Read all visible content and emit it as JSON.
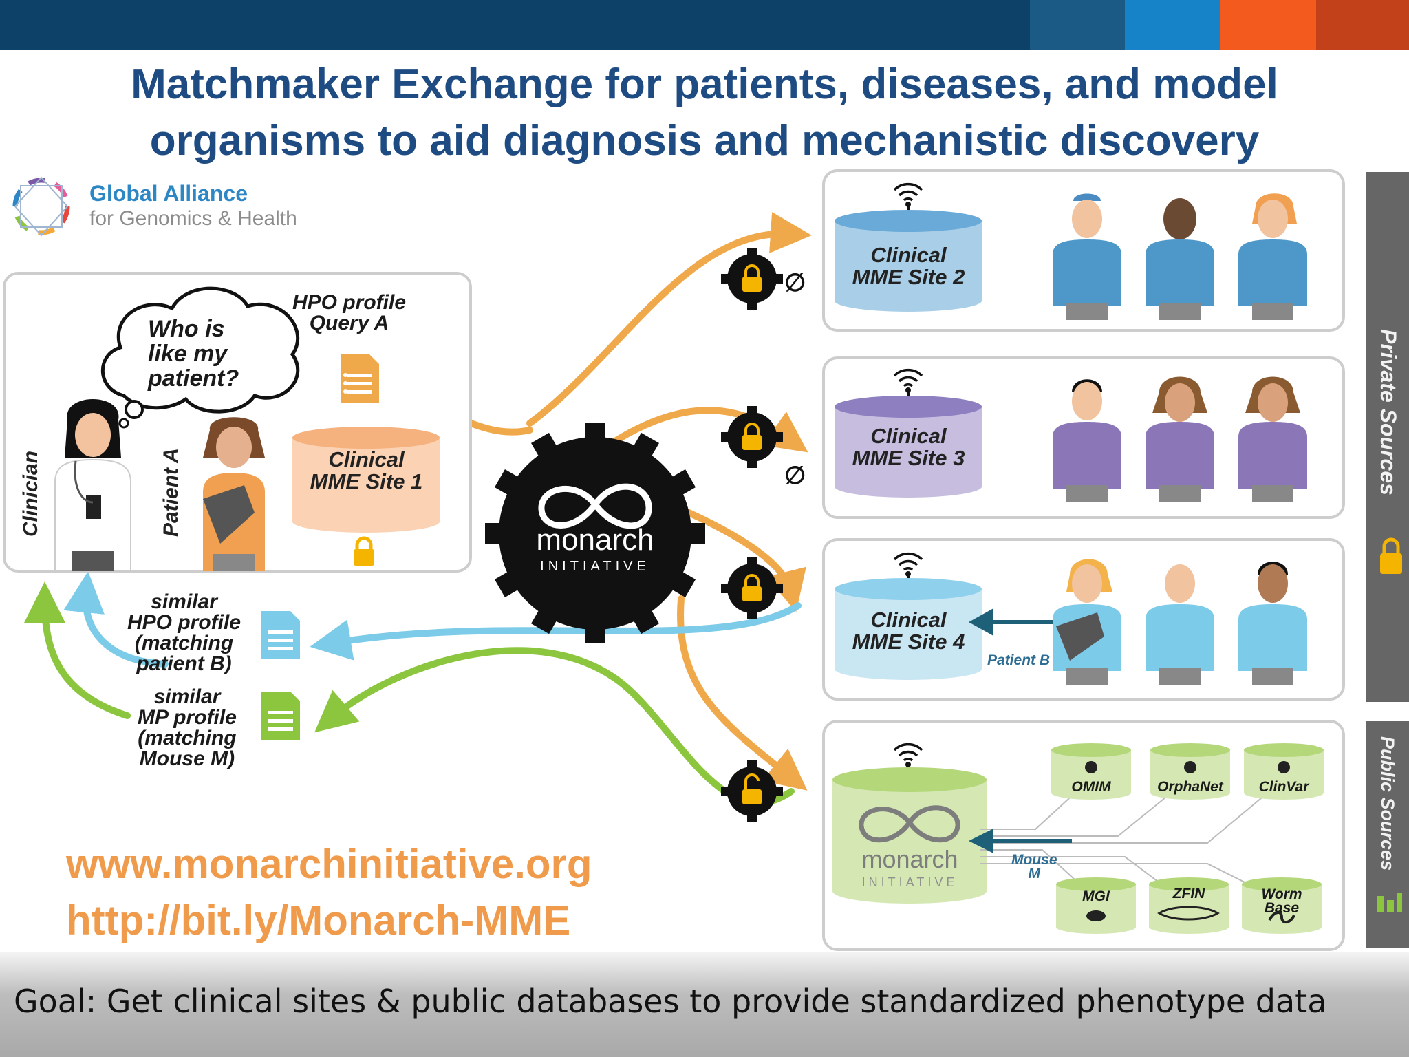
{
  "title": {
    "line1": "Matchmaker Exchange for patients, diseases, and model",
    "line2": "organisms to aid diagnosis and mechanistic discovery"
  },
  "logo": {
    "line1": "Global Alliance",
    "line2": "for Genomics & Health"
  },
  "clinician_panel": {
    "thought": [
      "Who is",
      "like my",
      "patient?"
    ],
    "query": [
      "HPO profile",
      "Query A"
    ],
    "clinician_label": "Clinician",
    "patient_label": "Patient A",
    "site1": [
      "Clinical",
      "MME Site 1"
    ]
  },
  "results": {
    "hpo": [
      "similar",
      "HPO profile",
      "(matching",
      "patient B)"
    ],
    "mp": [
      "similar",
      "MP profile",
      "(matching",
      "Mouse M)"
    ]
  },
  "hub": {
    "name": "monarch",
    "sub": "INITIATIVE"
  },
  "sites": {
    "site2": [
      "Clinical",
      "MME Site 2"
    ],
    "site3": [
      "Clinical",
      "MME Site 3"
    ],
    "site4": [
      "Clinical",
      "MME Site 4"
    ],
    "patient_b": "Patient B"
  },
  "public": {
    "monarch_name": "monarch",
    "monarch_sub": "INITIATIVE",
    "mouse": [
      "Mouse",
      "M"
    ],
    "dbs": [
      "OMIM",
      "OrphaNet",
      "ClinVar",
      "MGI",
      "ZFIN"
    ],
    "worm": [
      "Worm",
      "Base"
    ]
  },
  "side_labels": {
    "private": "Private Sources",
    "public": "Public Sources"
  },
  "urls": {
    "site": "www.monarchinitiative.org",
    "short": "http://bit.ly/Monarch-MME"
  },
  "goal": "Goal: Get clinical sites & public databases to provide standardized phenotype data",
  "colors": {
    "top_bar": "#0e4168",
    "title": "#1e4c82",
    "orange_arrow": "#f0a94a",
    "blue_arrow": "#7ccbe8",
    "green_arrow": "#8cc63f",
    "url_text": "#ef9b4b",
    "accent_blue": "#1683c9",
    "accent_orange": "#f35a1e",
    "accent_red": "#c2401a"
  },
  "icons": [
    "lock-icon",
    "wifi-icon",
    "document-icon",
    "gear-icon",
    "person-icon",
    "mouse-icon",
    "zebrafish-icon",
    "worm-icon"
  ]
}
